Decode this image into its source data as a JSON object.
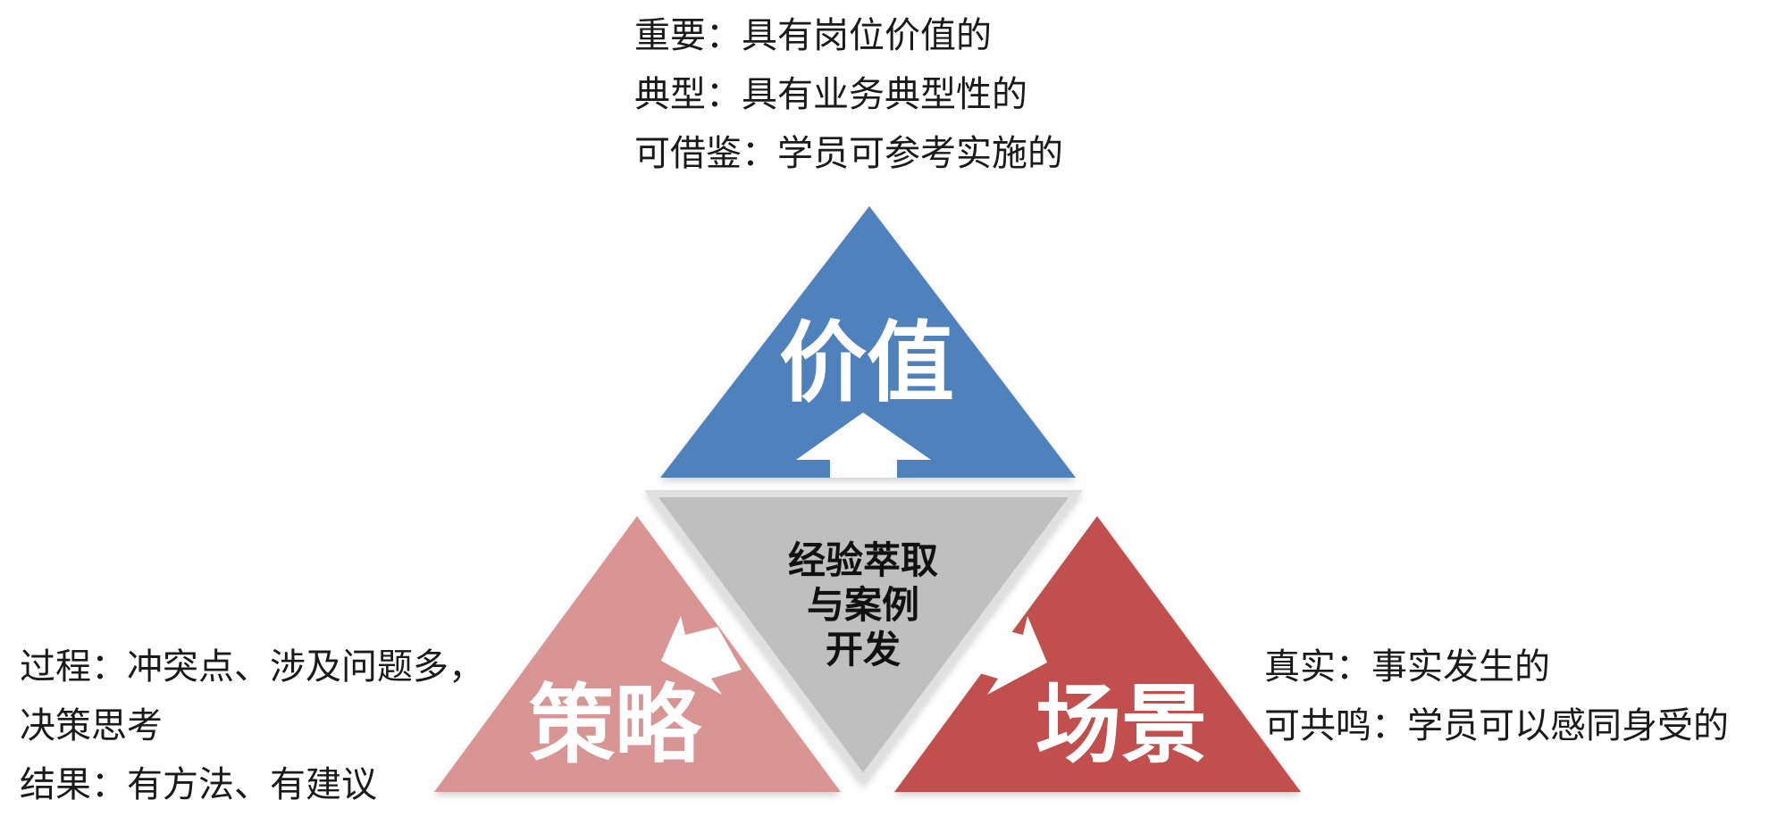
{
  "top_notes": {
    "line1": "重要：具有岗位价值的",
    "line2": "典型：具有业务典型性的",
    "line3": "可借鉴：学员可参考实施的"
  },
  "left_notes": {
    "line1": "过程：冲突点、涉及问题多，",
    "line2": "决策思考",
    "line3": "结果：有方法、有建议"
  },
  "right_notes": {
    "line1": "真实：事实发生的",
    "line2": "可共鸣：学员可以感同身受的"
  },
  "triangles": {
    "top": {
      "label": "价值",
      "color": "#4f81bd"
    },
    "left": {
      "label": "策略",
      "color": "#d99594"
    },
    "right": {
      "label": "场景",
      "color": "#c0504d"
    },
    "center": {
      "line1": "经验萃取",
      "line2": "与案例",
      "line3": "开发",
      "color": "#bfbfbf"
    }
  }
}
